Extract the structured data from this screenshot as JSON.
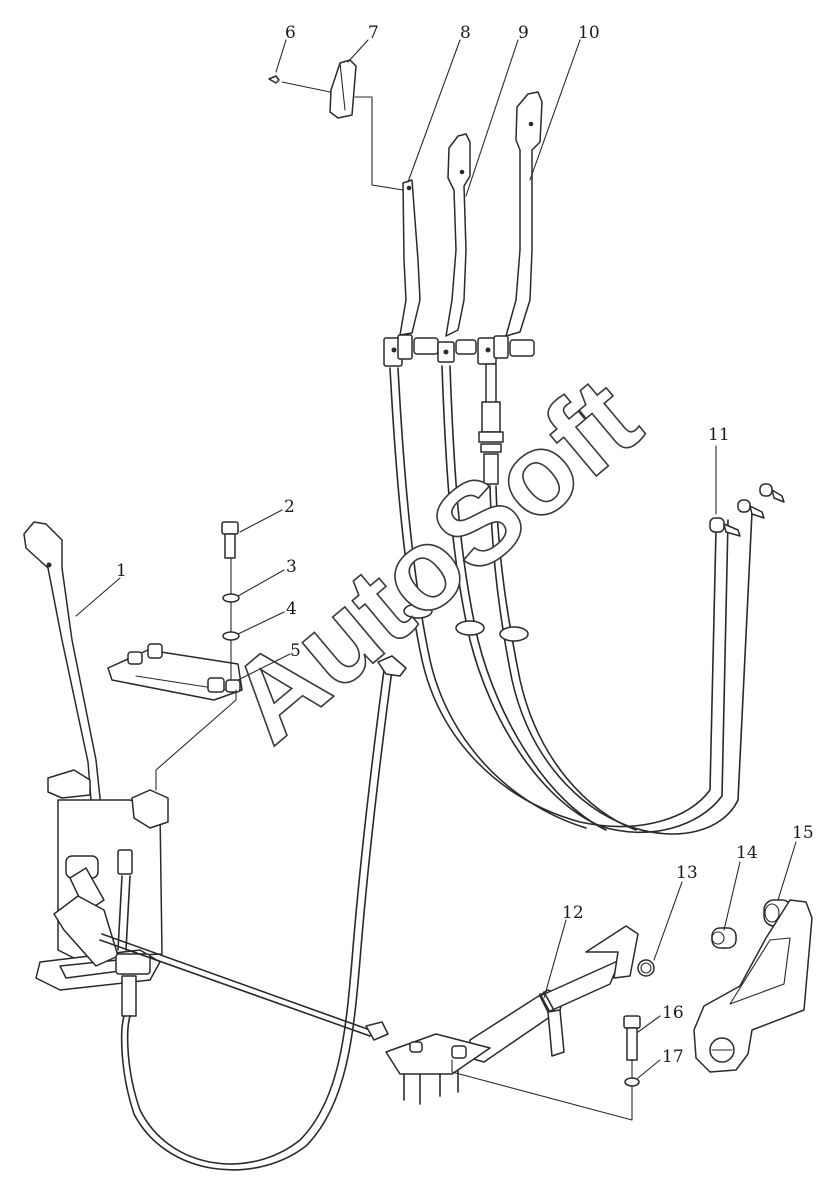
{
  "callouts": [
    {
      "id": "1",
      "label": "1"
    },
    {
      "id": "2",
      "label": "2"
    },
    {
      "id": "3",
      "label": "3"
    },
    {
      "id": "4",
      "label": "4"
    },
    {
      "id": "5",
      "label": "5"
    },
    {
      "id": "6",
      "label": "6"
    },
    {
      "id": "7",
      "label": "7"
    },
    {
      "id": "8",
      "label": "8"
    },
    {
      "id": "9",
      "label": "9"
    },
    {
      "id": "10",
      "label": "10"
    },
    {
      "id": "11",
      "label": "11"
    },
    {
      "id": "12",
      "label": "12"
    },
    {
      "id": "13",
      "label": "13"
    },
    {
      "id": "14",
      "label": "14"
    },
    {
      "id": "15",
      "label": "15"
    },
    {
      "id": "16",
      "label": "16"
    },
    {
      "id": "17",
      "label": "17"
    }
  ],
  "watermark": {
    "text": "AutoSoft"
  }
}
